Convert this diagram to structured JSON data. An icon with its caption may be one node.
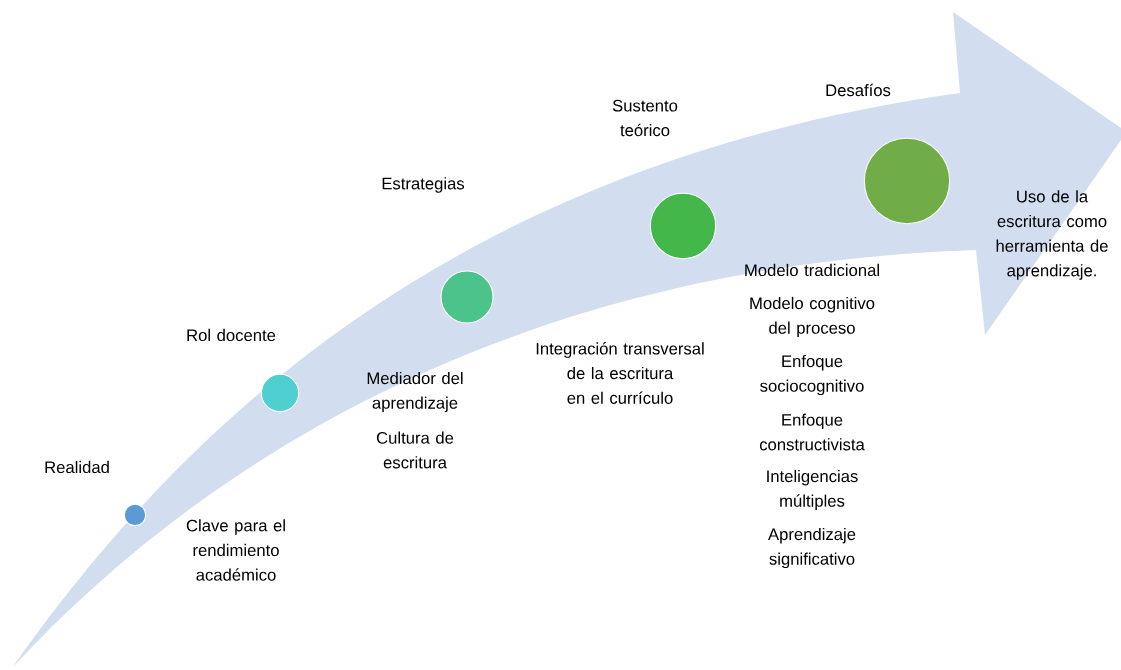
{
  "diagram": {
    "nodes": [
      {
        "text": [],
        "shape": "circle",
        "beside": [
          "Realidad",
          "Clave para el rendimiento académico"
        ]
      },
      {
        "text": [],
        "shape": "circle",
        "beside": [
          "Rol docente",
          "Mediador del aprendizaje",
          "Cultura de escritura"
        ]
      },
      {
        "text": [],
        "shape": "circle"
      },
      {
        "text": [],
        "shape": "circle",
        "beside": [
          "Sustento teórico",
          "Modelo tradicional",
          "Modelo cognitivo del proceso",
          "Enfoque sociocognitivo",
          "Enfoque constructivista",
          "Inteligencias múltiples",
          "Aprendizaje significativo"
        ]
      },
      {
        "text": [],
        "shape": "circle",
        "beside": [
          "Desafíos",
          "Uso de la escritura como herramienta de aprendizaje."
        ]
      }
    ],
    "labels": [
      "Estrategias",
      "Integración transversal de la escritura en el currículo"
    ]
  }
}
